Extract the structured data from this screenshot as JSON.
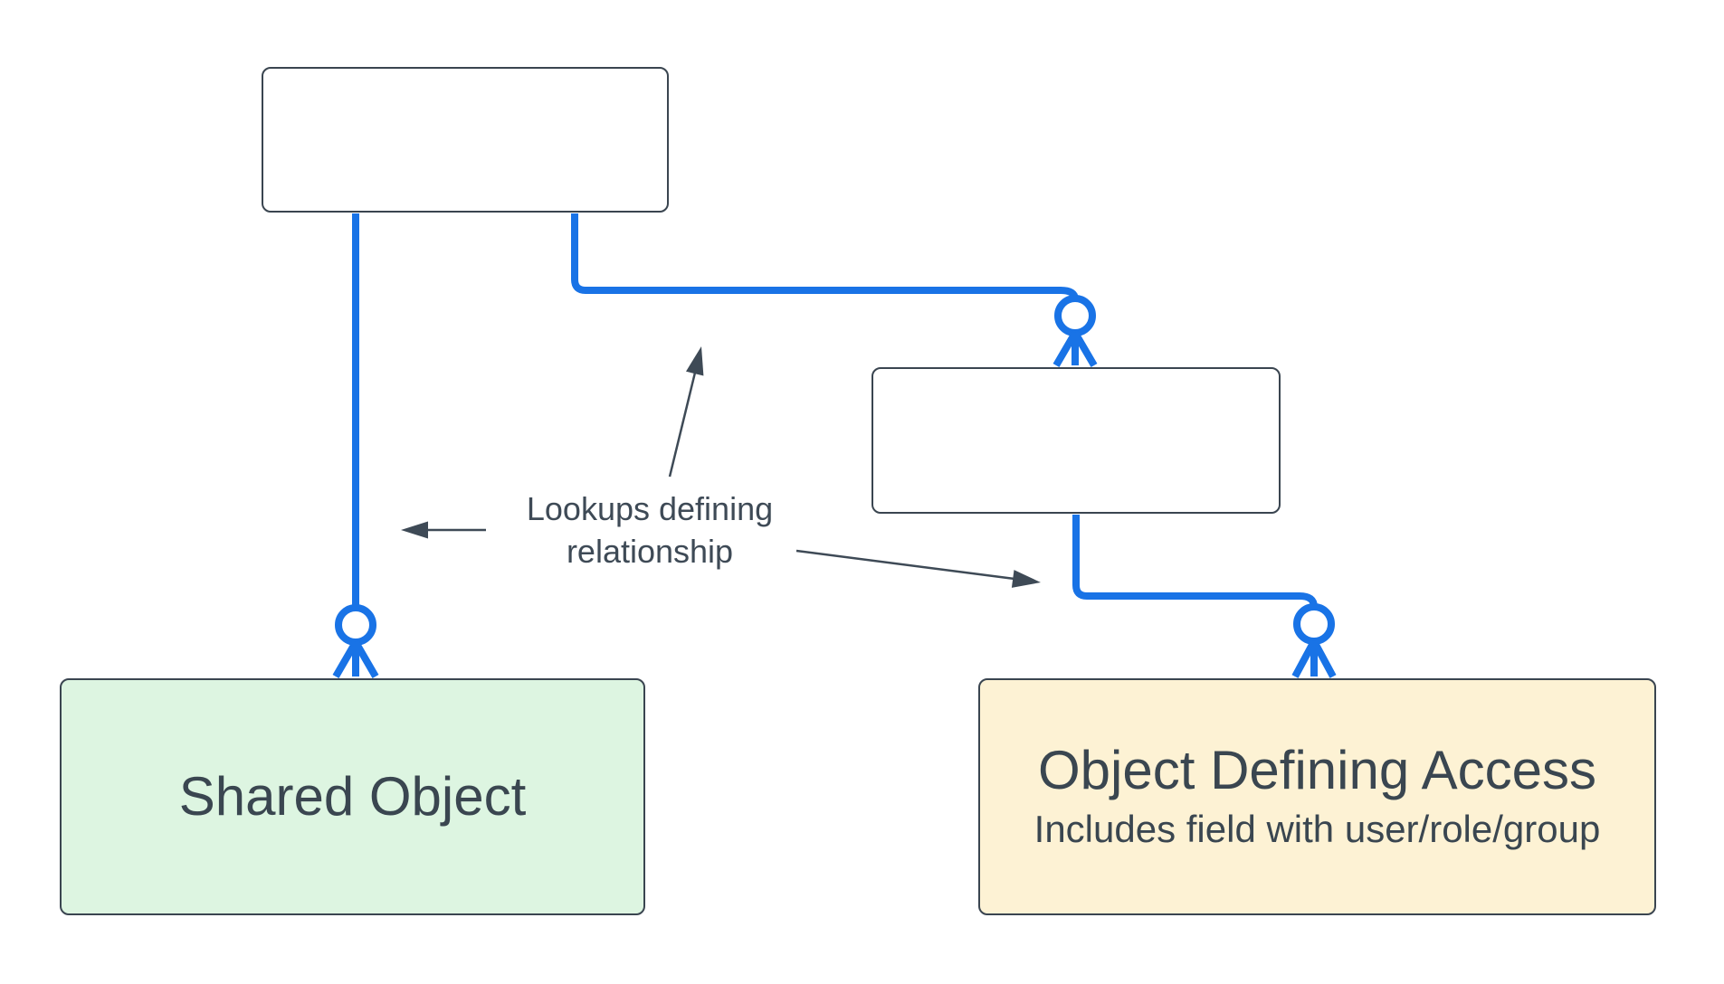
{
  "diagram": {
    "nodes": {
      "shared_box": {
        "label": "Shared Object"
      },
      "access_box": {
        "title": "Object Defining Access",
        "subtitle": "Includes field with user/role/group"
      }
    },
    "annotation": {
      "label": "Lookups defining relationship"
    },
    "colors": {
      "connector_blue": "#1973e6",
      "annotation_dark": "#3e4a56",
      "box_border": "#3a4550",
      "text_dark": "#3a4650",
      "shared_fill": "#ddf5e1",
      "access_fill": "#fdf2d4",
      "canvas_bg": "#ffffff"
    }
  }
}
